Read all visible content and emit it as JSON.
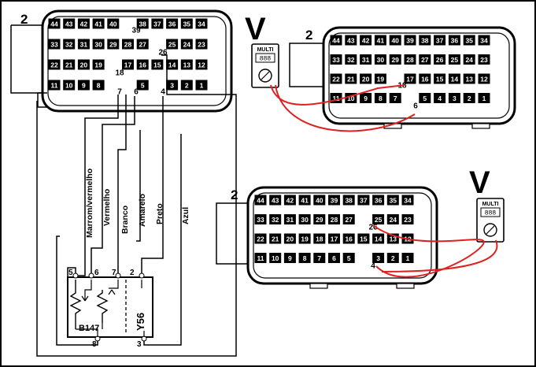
{
  "connectors": [
    {
      "id": "left",
      "label": "2",
      "rows": [
        [
          "44",
          "43",
          "42",
          "41",
          "40",
          "39",
          "38",
          "37",
          "36",
          "35",
          "34"
        ],
        [
          "33",
          "32",
          "31",
          "30",
          "29",
          "28",
          "27",
          "26",
          "25",
          "24",
          "23"
        ],
        [
          "22",
          "21",
          "20",
          "19",
          "18",
          "17",
          "16",
          "15",
          "14",
          "13",
          "12"
        ],
        [
          "11",
          "10",
          "9",
          "8",
          "7",
          "6",
          "5",
          "4",
          "3",
          "2",
          "1"
        ]
      ],
      "hidden": [
        "39",
        "26",
        "18",
        "7",
        "6",
        "4"
      ],
      "floating_labels": [
        "39",
        "26",
        "18",
        "7",
        "6",
        "4"
      ]
    },
    {
      "id": "top-right",
      "label": "2",
      "rows": [
        [
          "44",
          "43",
          "42",
          "41",
          "40",
          "39",
          "38",
          "37",
          "36",
          "35",
          "34"
        ],
        [
          "33",
          "32",
          "31",
          "30",
          "29",
          "28",
          "27",
          "26",
          "25",
          "24",
          "23"
        ],
        [
          "22",
          "21",
          "20",
          "19",
          "18",
          "17",
          "16",
          "15",
          "14",
          "13",
          "12"
        ],
        [
          "11",
          "10",
          "9",
          "8",
          "7",
          "6",
          "5",
          "4",
          "3",
          "2",
          "1"
        ]
      ],
      "hidden": [
        "18",
        "6"
      ],
      "floating_labels": [
        "18",
        "6"
      ]
    },
    {
      "id": "bottom-right",
      "label": "2",
      "rows": [
        [
          "44",
          "43",
          "42",
          "41",
          "40",
          "39",
          "38",
          "37",
          "36",
          "35",
          "34"
        ],
        [
          "33",
          "32",
          "31",
          "30",
          "29",
          "28",
          "27",
          "26",
          "25",
          "24",
          "23"
        ],
        [
          "22",
          "21",
          "20",
          "19",
          "18",
          "17",
          "16",
          "15",
          "14",
          "13",
          "12"
        ],
        [
          "11",
          "10",
          "9",
          "8",
          "7",
          "6",
          "5",
          "4",
          "3",
          "2",
          "1"
        ]
      ],
      "hidden": [
        "26",
        "4"
      ],
      "floating_labels": [
        "26",
        "4"
      ]
    }
  ],
  "multimeters": [
    {
      "id": "meter-1",
      "symbol": "V",
      "label": "MULTI",
      "display": "888"
    },
    {
      "id": "meter-2",
      "symbol": "V",
      "label": "MULTI",
      "display": "888"
    }
  ],
  "wires": [
    {
      "name": "Marrom/vermelho"
    },
    {
      "name": "Vermelho"
    },
    {
      "name": "Branco"
    },
    {
      "name": "Amarelo"
    },
    {
      "name": "Preto"
    },
    {
      "name": "Azul"
    }
  ],
  "component": {
    "labels": [
      "B147",
      "Y56"
    ],
    "pins_top": [
      "5",
      "6",
      "7",
      "2"
    ],
    "pins_bottom": [
      "8",
      "3"
    ]
  },
  "colors": {
    "probe": "#e02020",
    "connector": "#000000",
    "pin_text": "#ffffff"
  }
}
